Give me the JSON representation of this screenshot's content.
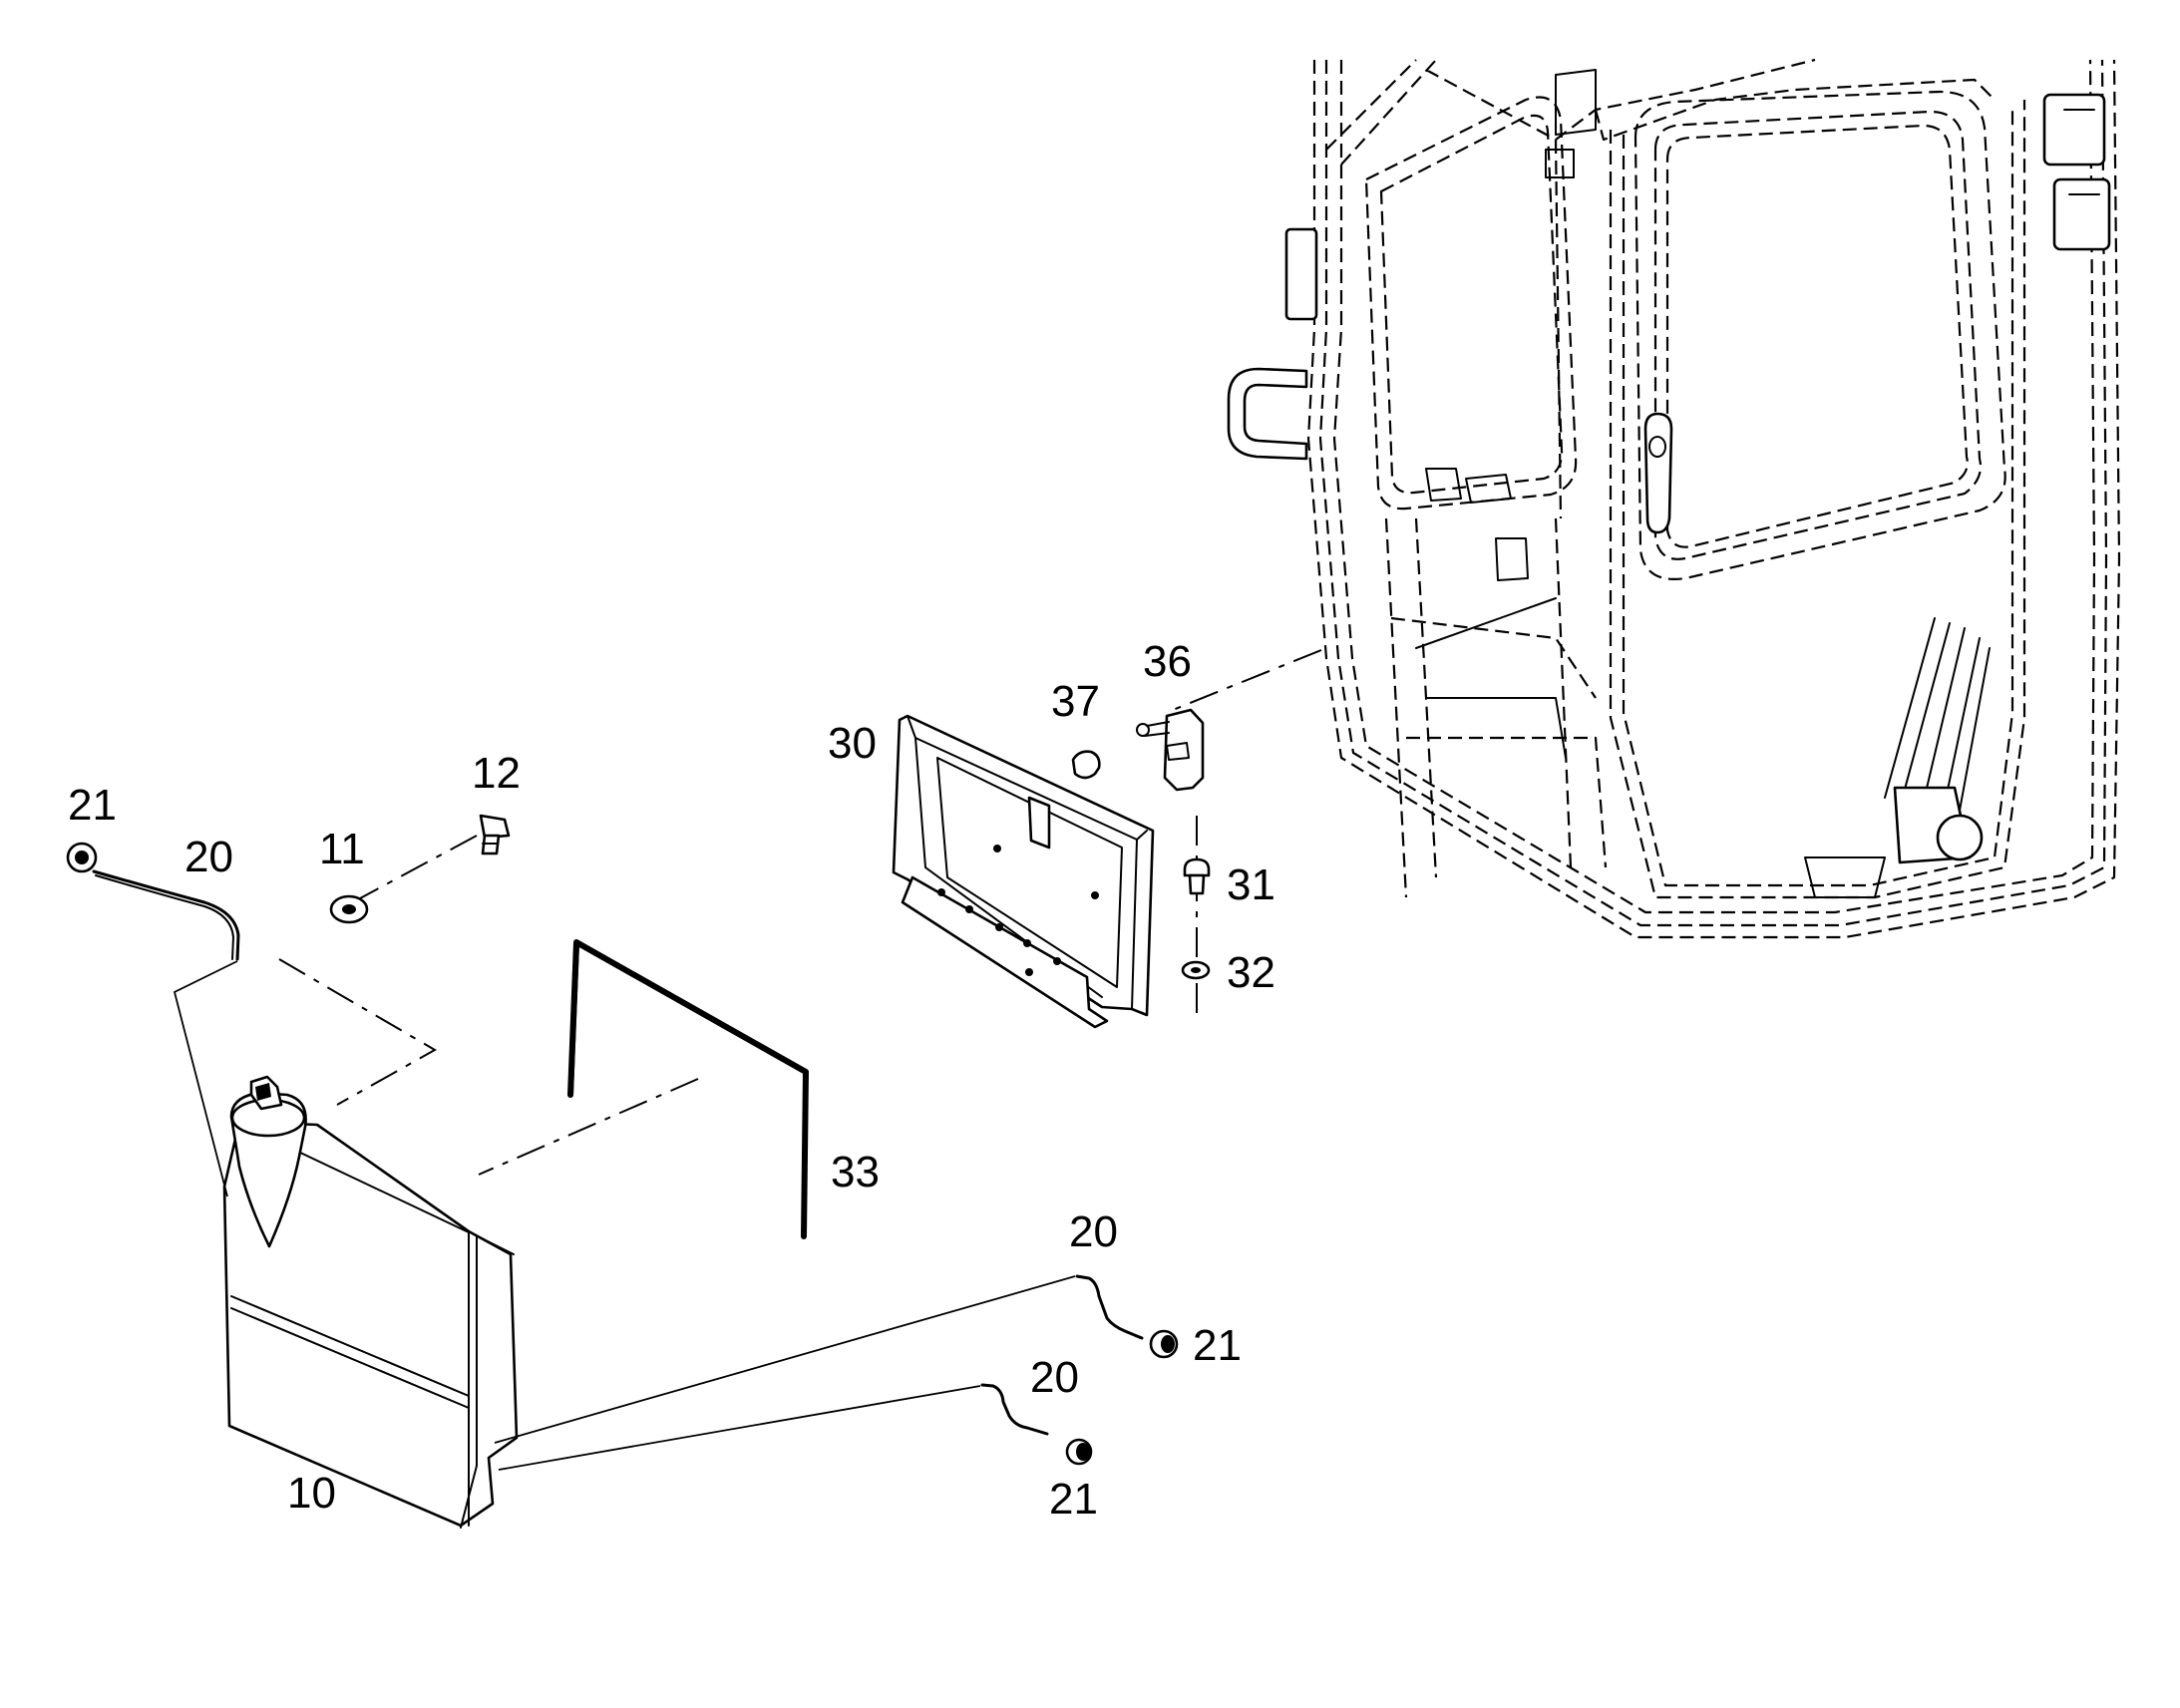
{
  "callouts": {
    "c10": "10",
    "c11": "11",
    "c12": "12",
    "c20a": "20",
    "c20b": "20",
    "c20c": "20",
    "c21a": "21",
    "c21b": "21",
    "c21c": "21",
    "c30": "30",
    "c31": "31",
    "c32": "32",
    "c33": "33",
    "c36": "36",
    "c37": "37"
  }
}
